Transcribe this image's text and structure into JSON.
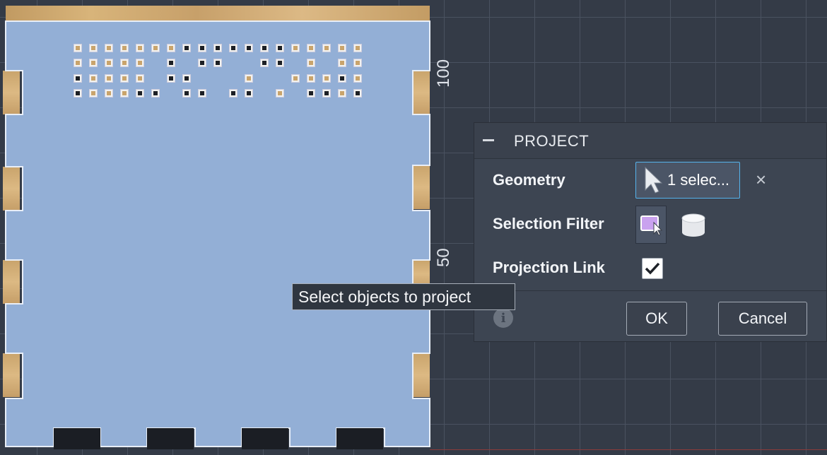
{
  "canvas": {
    "ruler_labels": [
      "100",
      "50"
    ]
  },
  "dialog": {
    "title": "PROJECT",
    "rows": {
      "geometry": {
        "label": "Geometry",
        "value": "1 selec..."
      },
      "selection_filter": {
        "label": "Selection Filter"
      },
      "projection_link": {
        "label": "Projection Link",
        "checked": true
      }
    },
    "buttons": {
      "ok": "OK",
      "cancel": "Cancel"
    }
  },
  "tooltip": {
    "text": "Select objects to project"
  },
  "colors": {
    "panel_fill": "#93afd6",
    "accent_border": "#55b3ec",
    "dialog_bg": "#3d4552"
  },
  "icons": [
    "collapse-icon",
    "cursor-arrow-icon",
    "close-icon",
    "body-filter-icon",
    "component-cylinder-icon",
    "checkmark-icon",
    "info-icon"
  ]
}
